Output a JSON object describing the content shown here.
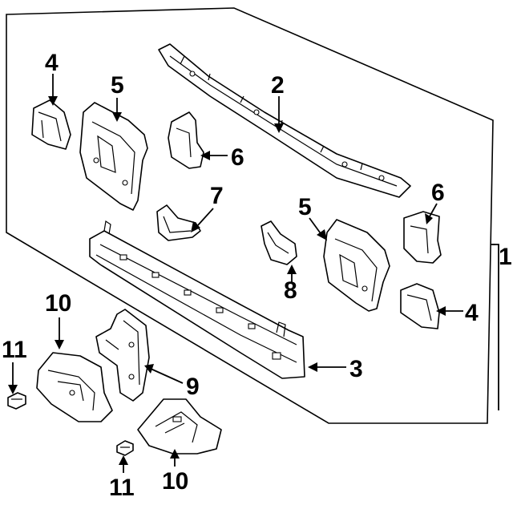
{
  "callouts": {
    "c1": "1",
    "c2": "2",
    "c3": "3",
    "c4a": "4",
    "c4b": "4",
    "c5a": "5",
    "c5b": "5",
    "c6a": "6",
    "c6b": "6",
    "c7": "7",
    "c8": "8",
    "c9": "9",
    "c10a": "10",
    "c10b": "10",
    "c11a": "11",
    "c11b": "11"
  }
}
